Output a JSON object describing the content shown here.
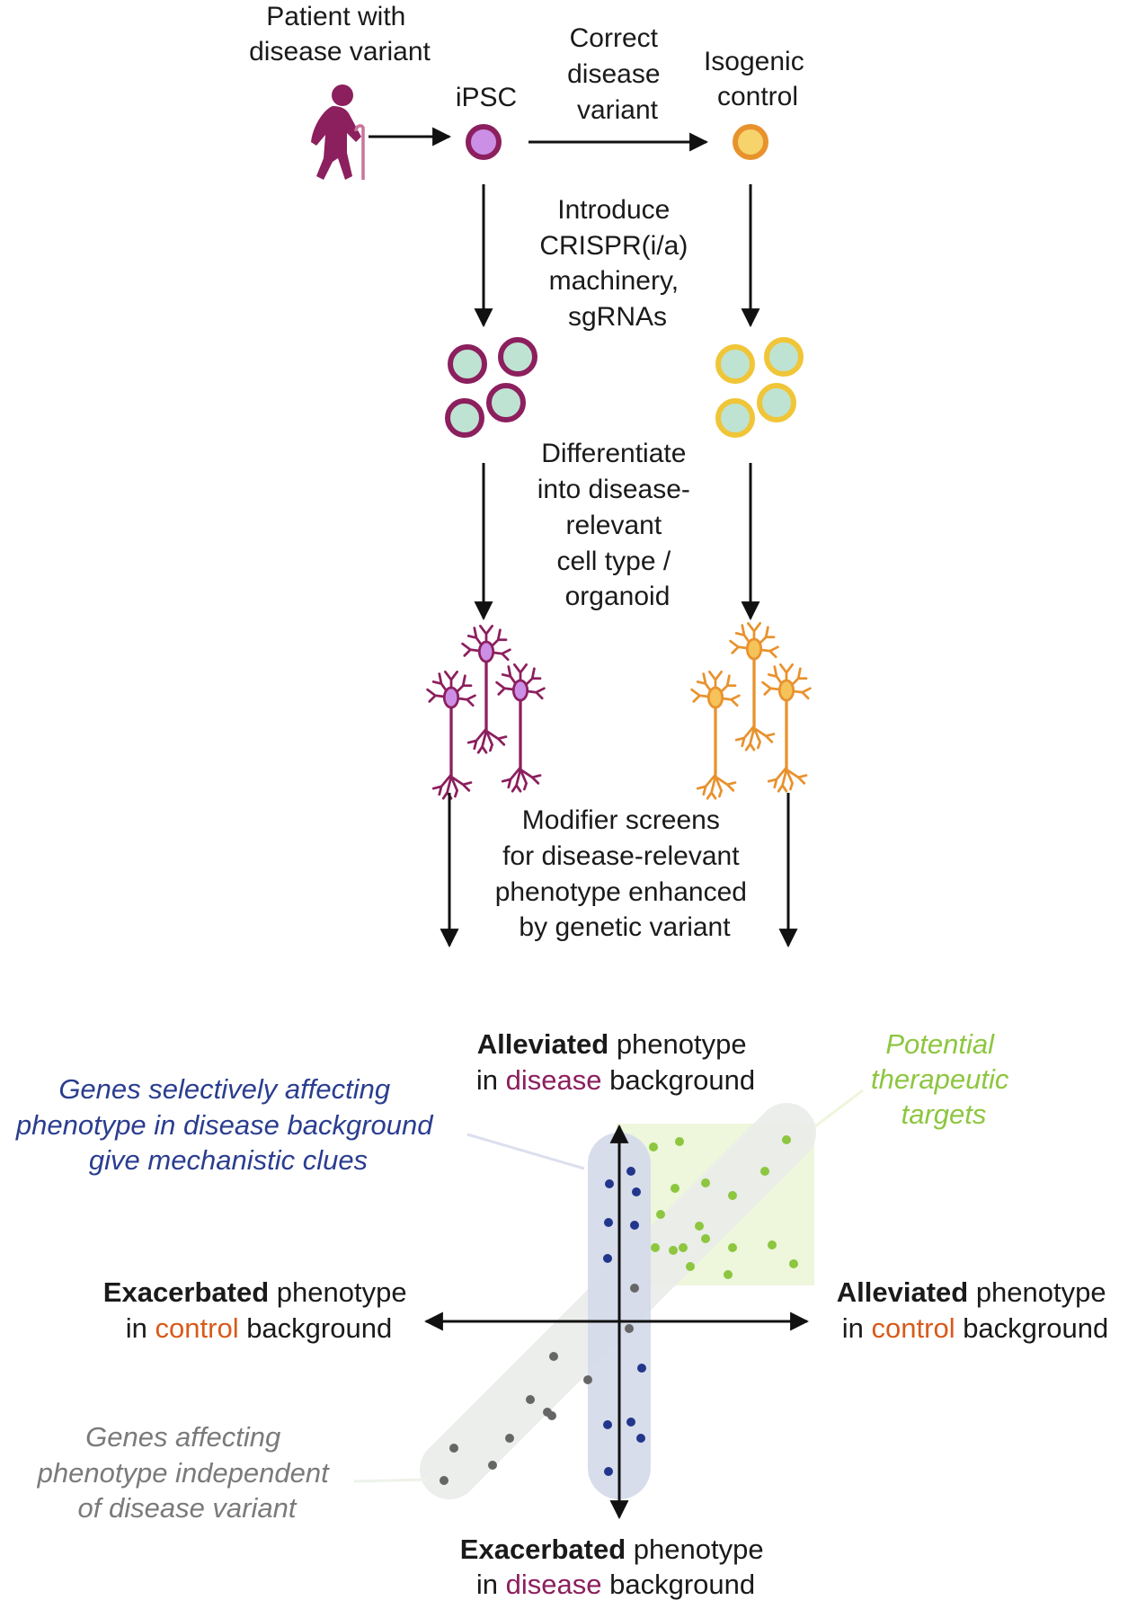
{
  "workflow": {
    "patient_label": [
      "Patient with",
      "disease variant"
    ],
    "ipsc_label": "iPSC",
    "correct_label": [
      "Correct",
      "disease",
      "variant"
    ],
    "isogenic_label": [
      "Isogenic",
      "control"
    ],
    "introduce_label": [
      "Introduce",
      "CRISPR(i/a)",
      "machinery,",
      "sgRNAs"
    ],
    "differentiate_label": [
      "Differentiate",
      "into disease-",
      "relevant",
      "cell type /",
      "organoid"
    ],
    "modifier_label": [
      "Modifier screens",
      "for disease-relevant",
      "phenotype enhanced",
      "by genetic variant"
    ]
  },
  "quadrant": {
    "top": {
      "bold": "Alleviated",
      "rest": " phenotype",
      "line2_pre": "in ",
      "line2_colored": "disease",
      "line2_post": " background"
    },
    "bottom": {
      "bold": "Exacerbated",
      "rest": " phenotype",
      "line2_pre": "in ",
      "line2_colored": "disease",
      "line2_post": " background"
    },
    "left": {
      "bold": "Exacerbated",
      "rest": " phenotype",
      "line2_pre": "in ",
      "line2_colored": "control",
      "line2_post": " background"
    },
    "right": {
      "bold": "Alleviated",
      "rest": " phenotype",
      "line2_pre": "in ",
      "line2_colored": "control",
      "line2_post": " background"
    },
    "blue_note": [
      "Genes selectively affecting",
      "phenotype in disease background",
      "give mechanistic clues"
    ],
    "green_note": [
      "Potential",
      "therapeutic",
      "targets"
    ],
    "gray_note": [
      "Genes affecting",
      "phenotype independent",
      "of disease variant"
    ]
  },
  "colors": {
    "disease": "#8c1f5e",
    "disease_fill": "#cc8fe6",
    "control": "#e8922e",
    "control_fill": "#f6d46b",
    "control_text": "#d85a1a",
    "edited_disease_ring": "#8c1f5e",
    "edited_control_ring": "#f0c537",
    "edited_fill": "#bfe3d2",
    "blue_dots": "#22368c",
    "blue_band": "#d4d9ea",
    "green_dots": "#8dc63f",
    "green_box": "#eef6dc",
    "green_text": "#8dc63f",
    "blue_text": "#2a3d8f",
    "gray_dots": "#666666",
    "gray_band": "#eaedea",
    "gray_text": "#7a7a7a"
  },
  "icons": [
    "elderly-patient-icon",
    "ipsc-cell-icon",
    "isogenic-cell-icon",
    "edited-cells-icon",
    "neuron-icon"
  ]
}
